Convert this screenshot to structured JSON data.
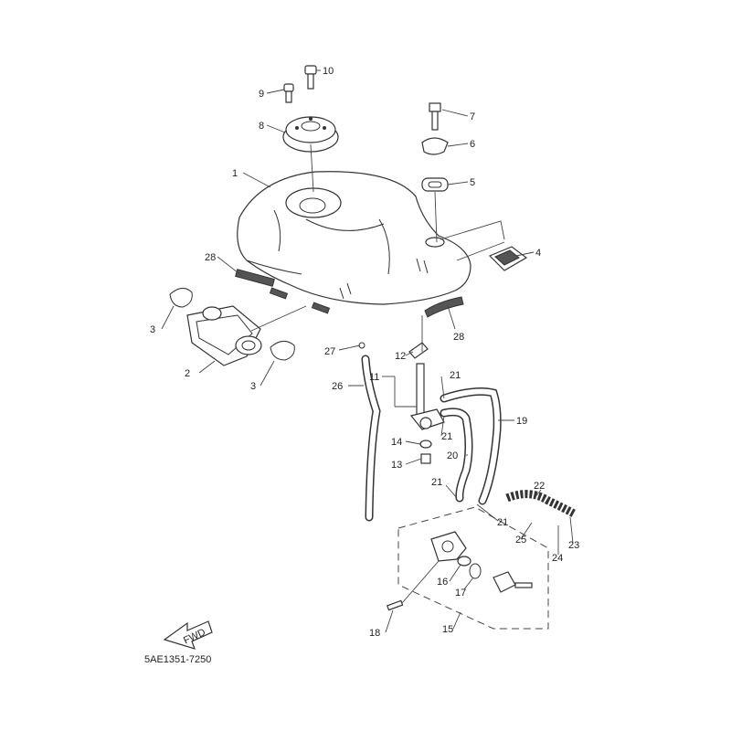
{
  "diagram_code": "5AE1351-7250",
  "fwd_label": "FWD",
  "callouts": [
    {
      "id": "1",
      "label": "1"
    },
    {
      "id": "2",
      "label": "2"
    },
    {
      "id": "3a",
      "label": "3"
    },
    {
      "id": "3b",
      "label": "3"
    },
    {
      "id": "4",
      "label": "4"
    },
    {
      "id": "5",
      "label": "5"
    },
    {
      "id": "6",
      "label": "6"
    },
    {
      "id": "7",
      "label": "7"
    },
    {
      "id": "8",
      "label": "8"
    },
    {
      "id": "9",
      "label": "9"
    },
    {
      "id": "10",
      "label": "10"
    },
    {
      "id": "11",
      "label": "11"
    },
    {
      "id": "12",
      "label": "12"
    },
    {
      "id": "13",
      "label": "13"
    },
    {
      "id": "14",
      "label": "14"
    },
    {
      "id": "15",
      "label": "15"
    },
    {
      "id": "16",
      "label": "16"
    },
    {
      "id": "17",
      "label": "17"
    },
    {
      "id": "18",
      "label": "18"
    },
    {
      "id": "19",
      "label": "19"
    },
    {
      "id": "20",
      "label": "20"
    },
    {
      "id": "21a",
      "label": "21"
    },
    {
      "id": "21b",
      "label": "21"
    },
    {
      "id": "21c",
      "label": "21"
    },
    {
      "id": "21d",
      "label": "21"
    },
    {
      "id": "22",
      "label": "22"
    },
    {
      "id": "23",
      "label": "23"
    },
    {
      "id": "24",
      "label": "24"
    },
    {
      "id": "25",
      "label": "25"
    },
    {
      "id": "26",
      "label": "26"
    },
    {
      "id": "27",
      "label": "27"
    },
    {
      "id": "28a",
      "label": "28"
    },
    {
      "id": "28b",
      "label": "28"
    }
  ]
}
